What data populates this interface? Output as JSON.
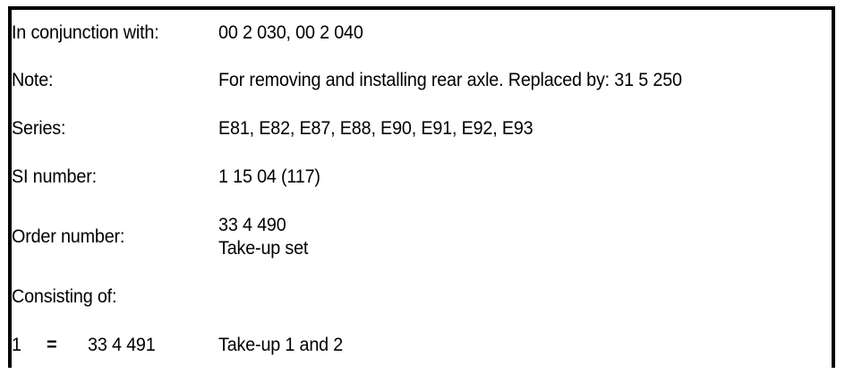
{
  "table": {
    "rows": [
      {
        "label": "In conjunction with:",
        "value": "00 2 030, 00 2 040"
      },
      {
        "label": "Note:",
        "value": "For removing and installing rear axle. Replaced by: 31 5 250"
      },
      {
        "label": "Series:",
        "value": "E81, E82, E87, E88, E90, E91, E92, E93"
      },
      {
        "label": "SI number:",
        "value": "1 15 04 (117)"
      },
      {
        "label": "Order number:",
        "value": "33 4 490\nTake-up set"
      }
    ],
    "consisting_of_label": "Consisting of:",
    "parts": [
      {
        "quantity": "1",
        "equals": "=",
        "part_number": "33 4 491",
        "description": "Take-up 1 and 2"
      }
    ]
  },
  "colors": {
    "border": "#000000",
    "text": "#000000",
    "background": "#ffffff"
  }
}
